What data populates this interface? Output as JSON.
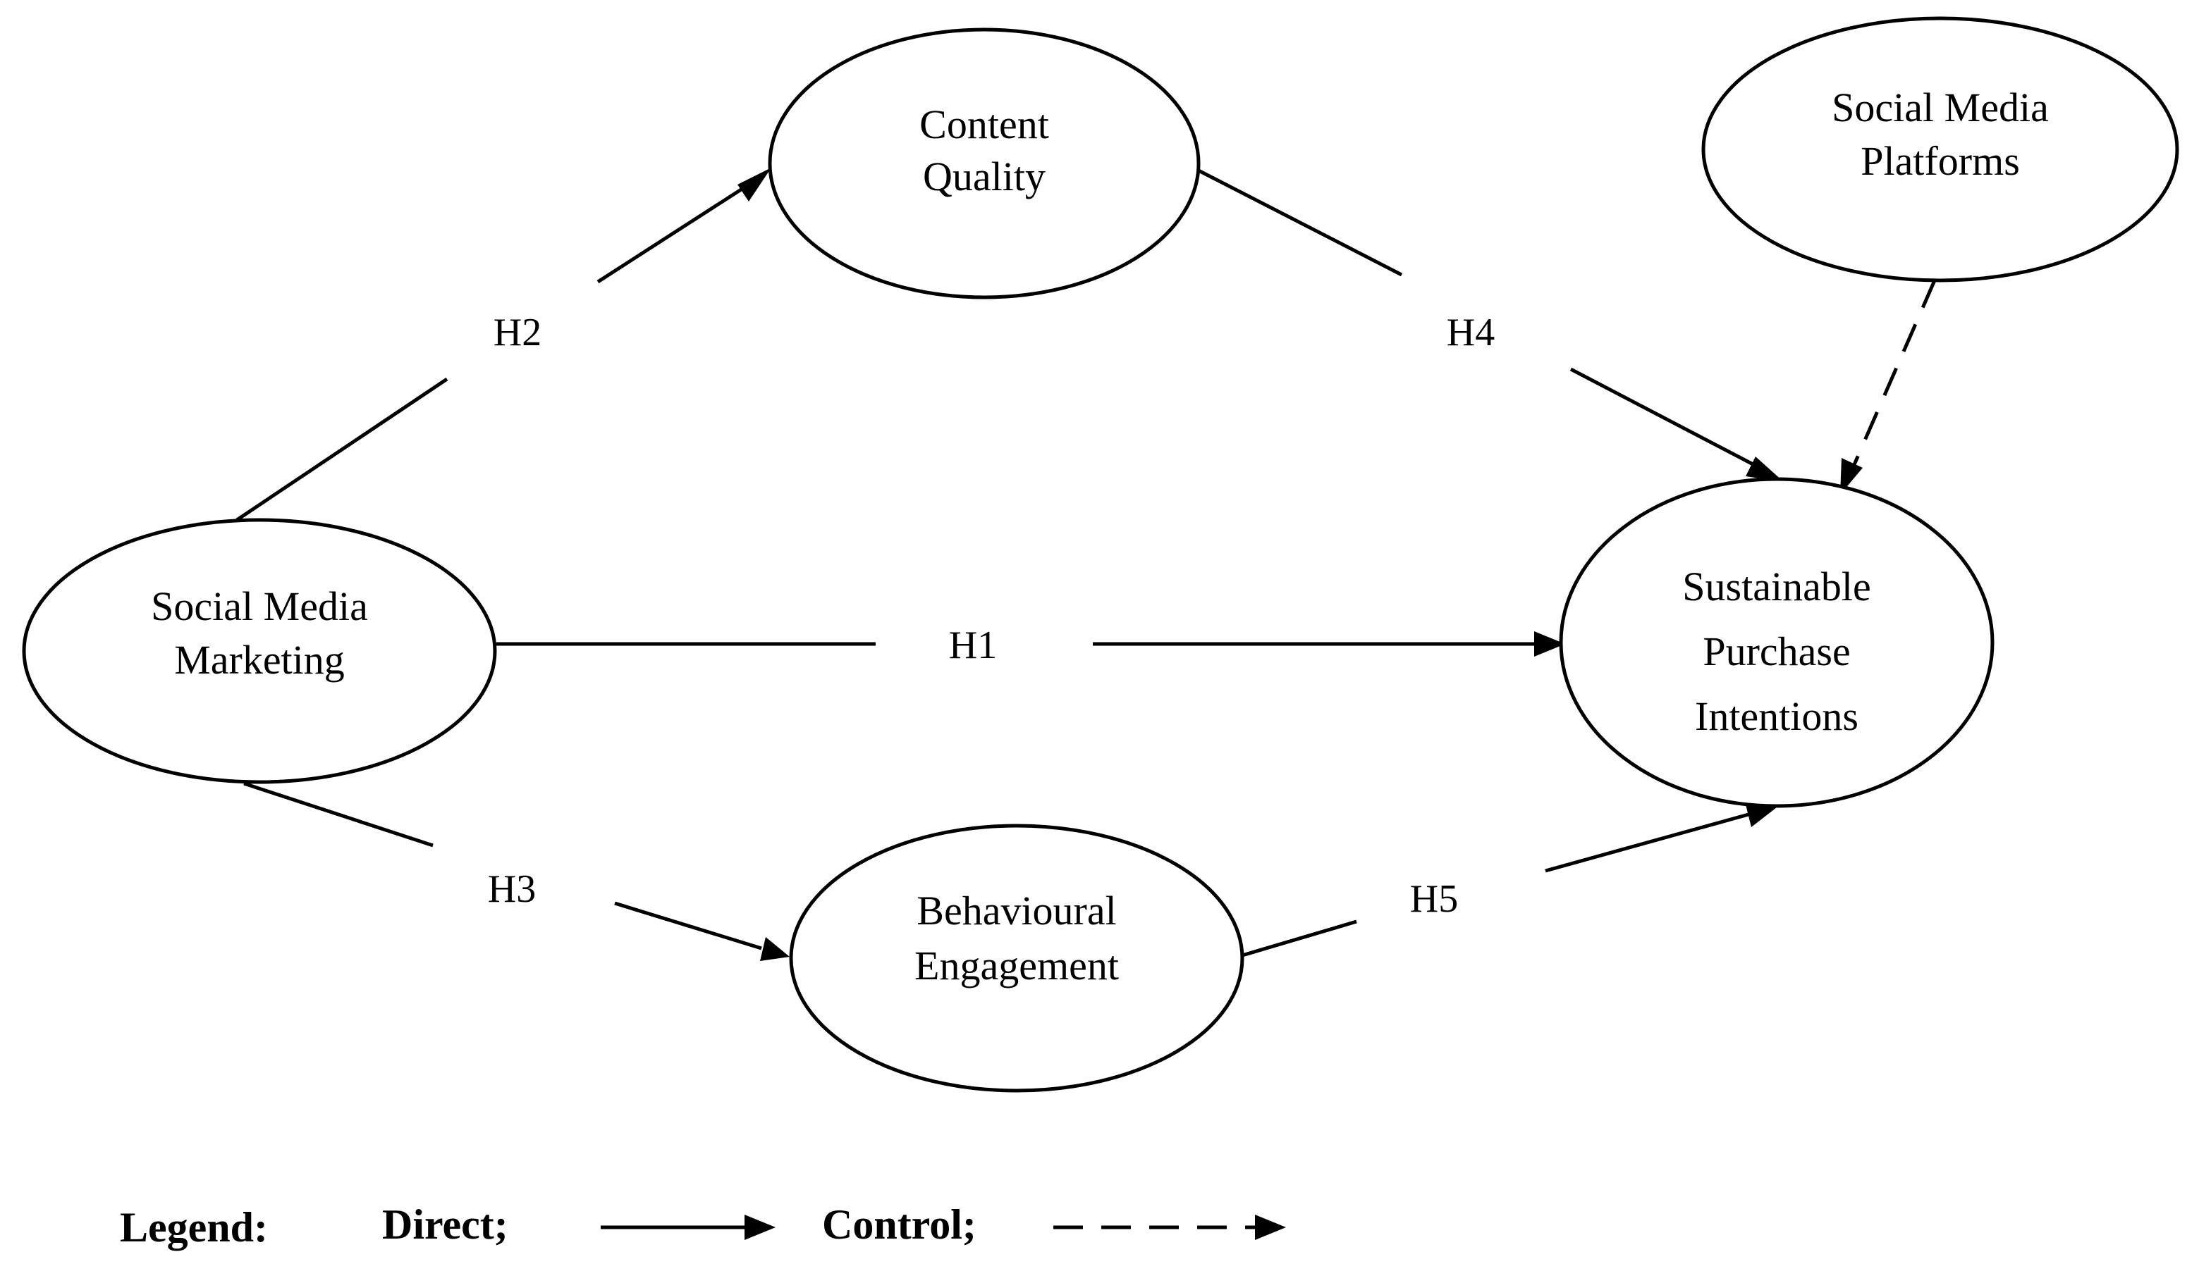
{
  "nodes": {
    "smm": {
      "line1": "Social Media",
      "line2": "Marketing"
    },
    "cq": {
      "line1": "Content",
      "line2": "Quality"
    },
    "be": {
      "line1": "Behavioural",
      "line2": "Engagement"
    },
    "smp": {
      "line1": "Social Media",
      "line2": "Platforms"
    },
    "spi": {
      "line1": "Sustainable",
      "line2": "Purchase",
      "line3": "Intentions"
    }
  },
  "hypotheses": {
    "h1": "H1",
    "h2": "H2",
    "h3": "H3",
    "h4": "H4",
    "h5": "H5"
  },
  "legend": {
    "title": "Legend:",
    "direct_label": "Direct;",
    "control_label": "Control;"
  }
}
